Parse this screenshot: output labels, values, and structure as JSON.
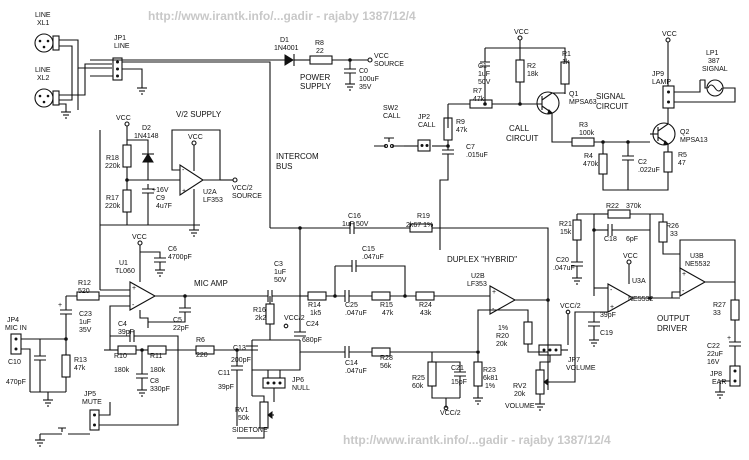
{
  "watermark_top": "http://www.irantk.info/...gadir - rajaby 1387/12/4",
  "watermark_bottom": "http://www.irantk.info/...gadir - rajaby 1387/12/4",
  "labels": {
    "line_xl1": [
      "LINE",
      "XL1"
    ],
    "line_xl2": [
      "LINE",
      "XL2"
    ],
    "jp1": [
      "JP1",
      "LINE"
    ],
    "d1": [
      "D1",
      "1N4001"
    ],
    "r8": [
      "R8",
      "22"
    ],
    "vcc_source": [
      "VCC",
      "SOURCE"
    ],
    "c0": [
      "C0",
      "100uF",
      "35V"
    ],
    "power_supply": [
      "POWER",
      "SUPPLY"
    ],
    "vcc": "VCC",
    "v2_supply": "V/2 SUPPLY",
    "d2": [
      "D2",
      "1N4148"
    ],
    "r18": [
      "R18",
      "220k"
    ],
    "r17": [
      "R17",
      "220k"
    ],
    "c9": [
      "+16V",
      "C9",
      "4u7F"
    ],
    "u2a": [
      "U2A",
      "LF353"
    ],
    "vcc2_source": [
      "VCC/2",
      "SOURCE"
    ],
    "intercom_bus": [
      "INTERCOM",
      "BUS"
    ],
    "c1": [
      "C1",
      "1uF",
      "50V"
    ],
    "r2": [
      "R2",
      "18k"
    ],
    "r1": [
      "R1",
      "1k"
    ],
    "q1": [
      "Q1",
      "MPSA63"
    ],
    "r7": [
      "R7",
      "47k"
    ],
    "sw2": [
      "SW2",
      "CALL"
    ],
    "jp2": [
      "JP2",
      "CALL"
    ],
    "r9": [
      "R9",
      "47k"
    ],
    "c7": [
      "C7",
      ".015uF"
    ],
    "call_circuit": [
      "CALL",
      "CIRCUIT"
    ],
    "signal_circuit": [
      "SIGNAL",
      "CIRCUIT"
    ],
    "r3": [
      "R3",
      "100k"
    ],
    "r4": [
      "R4",
      "470k"
    ],
    "c2": [
      "C2",
      ".022uF"
    ],
    "q2": [
      "Q2",
      "MPSA13"
    ],
    "r5": [
      "R5",
      "47"
    ],
    "jp9": [
      "JP9",
      "LAMP"
    ],
    "lp1": [
      "LP1",
      "387",
      "SIGNAL"
    ],
    "c16": [
      "C16",
      "1uF 50V"
    ],
    "r19": [
      "R19",
      "2k67 1%"
    ],
    "c15": [
      "C15",
      ".047uF"
    ],
    "duplex": "DUPLEX \"HYBRID\"",
    "u2b": [
      "U2B",
      "LF353"
    ],
    "r22": [
      "R22",
      "370k"
    ],
    "r21": [
      "R21",
      "15k"
    ],
    "c18": [
      "C18",
      "6pF"
    ],
    "c20": [
      "C20",
      ".047uF"
    ],
    "r26": [
      "R26",
      "33"
    ],
    "u3b": [
      "U3B",
      "NE5532"
    ],
    "u3a": [
      "U3A",
      "NE5532"
    ],
    "c6": [
      "C6",
      "4700pF"
    ],
    "u1": [
      "U1",
      "TL060"
    ],
    "mic_amp": "MIC AMP",
    "c3": [
      "C3",
      "1uF",
      "50V"
    ],
    "r12": [
      "R12",
      "520"
    ],
    "c5": [
      "C5",
      "22pF"
    ],
    "c23": [
      "C23",
      "1uF",
      "35V"
    ],
    "jp4": [
      "JP4",
      "MIC IN"
    ],
    "c10": [
      "C10",
      "470pF"
    ],
    "r13": [
      "R13",
      "47k"
    ],
    "c4": [
      "C4",
      "39pF"
    ],
    "r10": [
      "R10",
      "180k"
    ],
    "r11": [
      "R11",
      "180k"
    ],
    "c8": [
      "C8",
      "330pF"
    ],
    "r6": [
      "R6",
      "220"
    ],
    "c11": [
      "C11",
      "39pF"
    ],
    "r16": [
      "R16",
      "2k2"
    ],
    "r14": [
      "R14",
      "1k5"
    ],
    "c25": [
      "C25",
      ".047uF"
    ],
    "r15": [
      "R15",
      "47k"
    ],
    "r24": [
      "R24",
      "43k"
    ],
    "vcc2": "VCC/2",
    "c24": [
      "C24",
      "680pF"
    ],
    "c13": [
      "C13",
      "200pF"
    ],
    "c14": [
      "C14",
      ".047uF"
    ],
    "r28": [
      "R28",
      "56k"
    ],
    "r20": [
      "1%",
      "R20",
      "20k"
    ],
    "c19": [
      "C19"
    ],
    "c19b": "39pF",
    "output_driver": [
      "OUTPUT",
      "DRIVER"
    ],
    "r27": [
      "R27",
      "33"
    ],
    "c22": [
      "C22",
      "22uF",
      "16V"
    ],
    "jp8": [
      "JP8",
      "EAR"
    ],
    "jp6": [
      "JP6",
      "NULL"
    ],
    "r25": [
      "R25",
      "60k"
    ],
    "c21": [
      "C21",
      "15pF"
    ],
    "r23": [
      "R23",
      "6k81",
      "1%"
    ],
    "jp7": [
      "JP7",
      "VOLUME"
    ],
    "rv2": [
      "RV2",
      "20k",
      "VOLUME"
    ],
    "rv1": [
      "RV1",
      "50k",
      "SIDETONE"
    ],
    "jp5": [
      "JP5",
      "MUTE"
    ]
  }
}
